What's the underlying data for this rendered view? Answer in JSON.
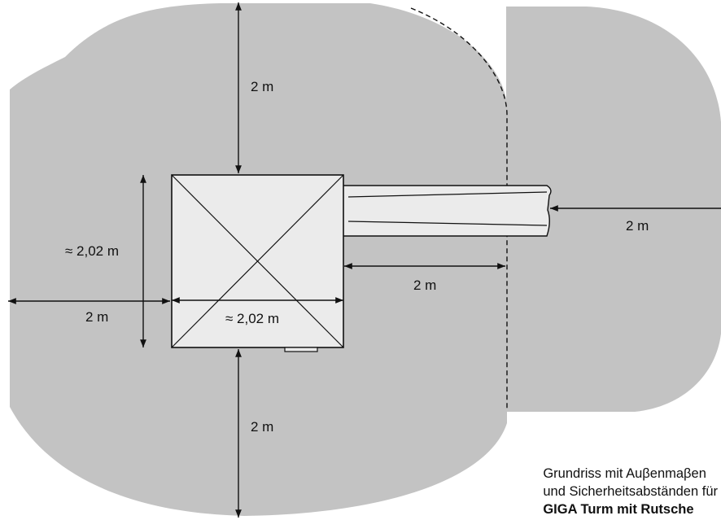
{
  "colors": {
    "zone": "#c3c3c3",
    "tower": "#ebebeb",
    "line": "#111111"
  },
  "labels": {
    "top": "2 m",
    "right": "2 m",
    "left": "2 m",
    "bottom": "2 m",
    "slide_gap": "2 m",
    "height": "≈ 2,02 m",
    "width": "≈ 2,02 m"
  },
  "caption": {
    "line1": "Grundriss mit Auβenmaβen",
    "line2": "und Sicherheitsabständen für",
    "line3": "GIGA Turm mit Rutsche"
  }
}
